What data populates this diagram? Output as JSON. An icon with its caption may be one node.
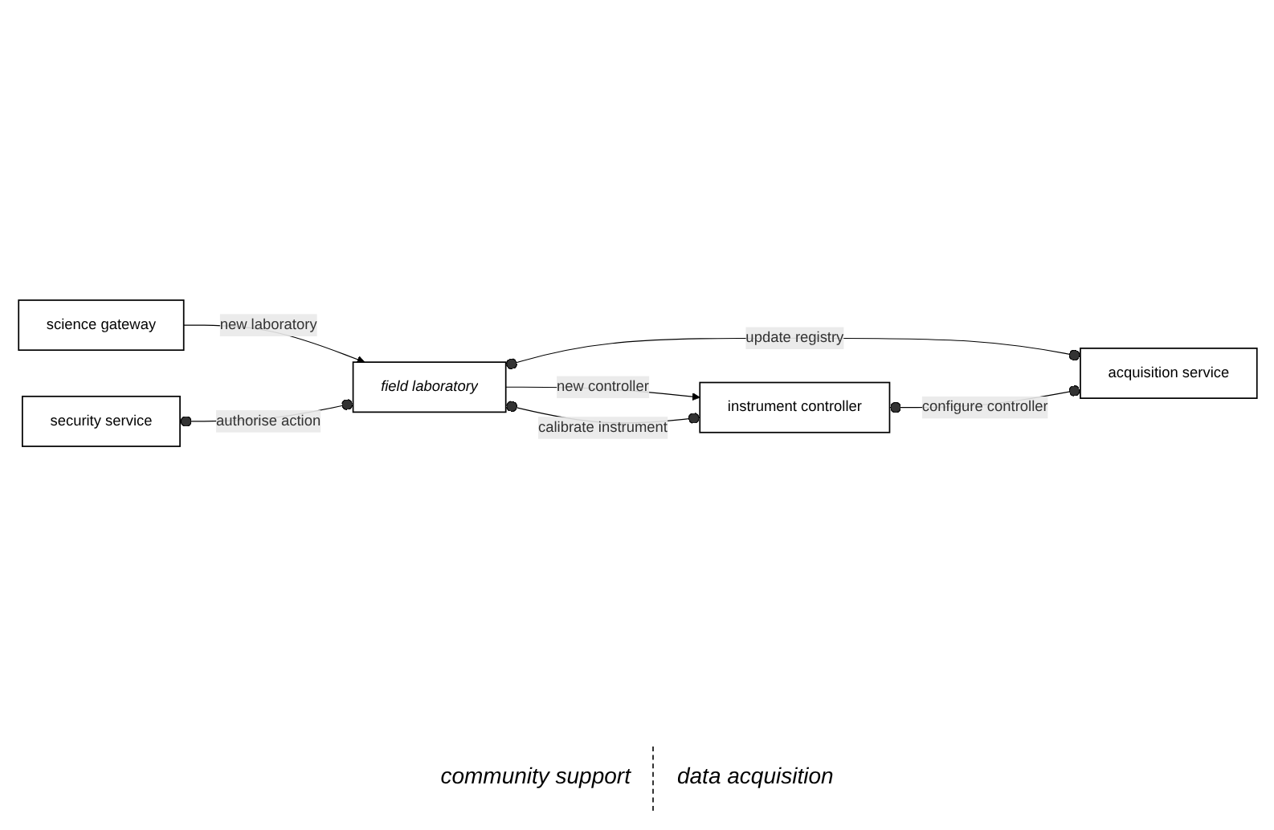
{
  "diagram": {
    "nodes": [
      {
        "text": [
          "security service"
        ]
      },
      {
        "text": [
          "science gateway"
        ]
      },
      {
        "text": [
          "field laboratory"
        ]
      },
      {
        "text": [
          "instrument controller"
        ]
      },
      {
        "text": [
          "acquisition service"
        ]
      }
    ],
    "edges": [
      {
        "from": 1,
        "to": 2,
        "arrow": "to",
        "label": "new laboratory"
      },
      {
        "from": 2,
        "to": 3,
        "arrow": "to",
        "label": "new controller"
      },
      {
        "from": 0,
        "to": 2,
        "arrow": "other",
        "label": "authorise action"
      },
      {
        "from": 2,
        "to": 3,
        "arrow": "other",
        "label": "calibrate instrument"
      },
      {
        "from": 2,
        "to": 4,
        "arrow": "other",
        "label": "update registry"
      },
      {
        "from": 3,
        "to": 4,
        "arrow": "other",
        "label": "configure controller"
      }
    ],
    "labels": [
      "community support",
      "data acquisition"
    ]
  }
}
